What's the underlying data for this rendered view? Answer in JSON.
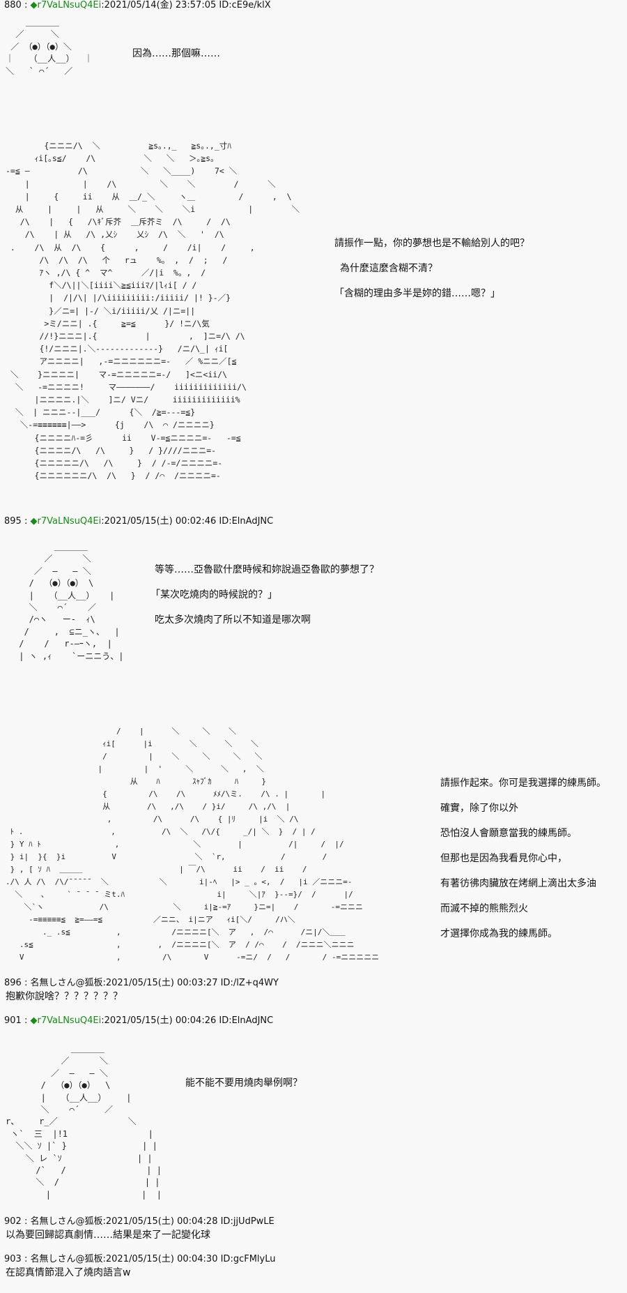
{
  "posts": [
    {
      "number": "880",
      "sep": " : ",
      "diamond": "◆",
      "trip": "r7VaLNsuQ4Ei",
      "meta": ":2021/05/14(金) 23:57:05 ID:cE9e/klX",
      "lines": [
        "因為……那個嘛……"
      ],
      "aa": "    ＿＿＿＿\n  ／ 　　 ＼\n ／ （●）（●）＼\n｜   （__人__）  ｜\n＼   ` ⌒´   ／"
    },
    {
      "number": "",
      "aa": "        {ニニニ/\\  ＼          ≧s｡.,_   ≧s｡.,_寸ﾊ\n      ｨi[｡s≦/    /\\          ＼   ＼   ＞｡≧s｡\n-=≦ ―          /\\           ＼   ＼____)    7< ＼\n    |           |    /\\         ＼    ＼        /      ＼\n    |     {     ii    从  ＿/_＼     ヽ＿         /      ,  \\\n  从     |     |   从     ＼    ＼    ＼i           |        ＼\n   /\\    |   {   /\\ｷﾞ斥芥  ＿斥芥ミ  /\\     /  /\\\n    /\\    | 从   /\\ ,乂ｼ    乂ｼ  /\\  ＼   '  /\\\n .    /\\  从  /\\    {      ,     /    /i|    /     ,\n       /\\  /\\  /\\   个   rュ    %。 ,  /  ;   /\n       ｱヽ ,/\\ { ^  マ^      ／/|i  %。,  /\n         f＼/\\||＼[iiii＼≧≦iiiﾏ/|lｨi[ / /\n         |  /|/\\| |/\\iiiiiiiii:/iiiii/ |! }-／}\n         }／ニ=| |-/ ＼i/iiiii/乂 /|ニ=||\n        >ミ/ニニ| .{     ≧=≦      }/ !ニ/\\気\n       //!}ニニニ|.{          |        ,  ]ニ=/\\ /\\\n       {!/ニニニ|.＼-------------}   /ニ/\\_| ｨi[\n       アニニニニ|   ,-=ニニニニニニ=-   ／ %ニニ／[≦\n ＼    }ニニニニ|    マ-=ニニニニニ=-/   ]<ニ<ii/\\\n  ＼   -=ニニニニ!     マ―――――――/    iiiiiiiiiiiii/\\\n      |ニニニニ.|＼    ]ニ/ Vニ/     iiiiiiiiiiiii%\n  ＼  | ニニニ--|___/      {＼  /≧=---=≦}\n   ＼-=≡≡≡≡≡≡|――>      {j    /\\  ⌒ /ニニニニ}\n      {ニニニニﾊ-=彡      ii    V-=≦ニニニニ=-   -=≦\n      {ニニニニ/\\   /\\     }   / }////ニニニ=-\n      {ニニニニニ/\\   /\\     }  / /-=/ニニニニ=-\n      {ニニニニニニ/\\  /\\   }  / /⌒  /ニニニニ=-",
      "lines": [
        "請振作一點，你的夢想也是不輸給別人的吧？",
        "為什麼這麼含糊不清？",
        "「含糊的理由多半是妳的錯……嗯？」"
      ]
    },
    {
      "number": "895",
      "sep": " : ",
      "diamond": "◆",
      "trip": "r7VaLNsuQ4Ei",
      "meta": ":2021/05/15(土) 00:02:46 ID:ElnAdJNC",
      "lines": [
        "等等……亞魯歐什麼時候和妳說過亞魯歐的夢想了？",
        "「某次吃燒肉的時候說的？」",
        "吃太多次燒肉了所以不知道是哪次啊"
      ],
      "aa": "        ＿＿＿＿\n      ／      ＼\n    ／  ―   ― ＼\n   /  （●）（●） \\\n   |   （__人__）   |\n   ＼    ⌒´    ／\n   /⌒ヽ   ー-  ｨ\\\n  /     ,  ⊆ニ_ヽ、  |\n /    /   r‐―ｰヽ,  |\n | ヽ ,ｨ    `ーニニう、|"
    },
    {
      "number": "",
      "aa": "                        /    |      ＼     ＼    ＼\n                     ｨi[      |i        ＼      ＼    ＼\n                     /         |    ＼     ＼     ＼   ＼\n                    |         |  '     ＼      ＼   ,  ＼\n                           从    ﾊ       ｽｬﾌﾞｶ     ﾊ     }\n                     {         /\\    /\\      ﾒﾒ/\\ミ.    /\\ . |       |\n                     从        /\\   ,/\\    / }i/     /\\ ,/\\  |\n                      ,         /\\      /\\    { |ﾘ     |i  ＼ /\\\n ﾄ .                   ,          /\\  ＼   /\\/{     _/| ＼  }  / | /\n } Y ﾊ ﾄ                ,                ＼        |          /|     /  |/\n } i|  }{  }i          V                 ＼  `r,            /        /\n } , [ ｿ ﾊ  ＿＿＿                     | ￣/\\      ii    /  ii    /\n./\\ 人 /\\  /\\/¯¯¯¯¯  ＼           ＼       i|-ﾍ   |> _ 。<,  /   |i ／ニニニ=-\n  ＼    、    ` ¯ ¯ ¯ ミt.ﾊ                    i|     ＼|ｱ  }--=}/  /      |/\n    ＼`ヽ            /\\              ＼     i|≧-=ｱ     }ニ=|    /       -=ニニニ\n     -=≡≡≡≡≡≦  ≧=――=≦           ／ニニ、 i|ニア   ｨi[＼/     /ハ＼\n        ._ .s≦          ,           /ニニニニ[＼  ア   ,  /⌒      /ニ|/＼＿＿\n   .s≦                  ,        ,  /ニニニニ[＼  ア  / /⌒    /  /ニニニ＼ニニニ\n   V                    ,         /\\       V      -=ニ/  /   /       / -=ニニニニニ",
      "lines": [
        "請振作起來。你可是我選擇的練馬師。",
        "確實，除了你以外",
        "恐怕沒人會願意當我的練馬師。",
        "但那也是因為我看見你心中，",
        "有著彷彿肉臟放在烤網上滴出太多油",
        "而滅不掉的熊熊烈火",
        "才選擇你成為我的練馬師。"
      ]
    },
    {
      "number": "896",
      "sep": " : ",
      "name": "名無しさん@狐板",
      "meta": ":2021/05/15(土) 00:03:27 ID:/lZ+q4WY",
      "lines": [
        "抱歉你說啥？？？？？？？"
      ]
    },
    {
      "number": "901",
      "sep": " : ",
      "diamond": "◆",
      "trip": "r7VaLNsuQ4Ei",
      "meta": ":2021/05/15(土) 00:04:26 ID:ElnAdJNC",
      "lines": [
        "能不能不要用燒肉舉例啊？"
      ],
      "aa": "             ＿＿＿＿\n           ／      ＼\n         ／  ―   ― ＼\n       /  （●）（●）  \\\n       |   （__人__）    |\n       ＼    ⌒´     ／\nr、    r_／              ＼\n ヽ`  三  |!1                |\n  ＼＼ ｿ |` }               | |\n    ＼ レ `ｿ               | |\n      /`   /                | |\n      ＼  /                 | |\n        |                  |  |"
    },
    {
      "number": "902",
      "sep": " : ",
      "name": "名無しさん@狐板",
      "meta": ":2021/05/15(土) 00:04:28 ID:jjUdPwLE",
      "lines": [
        "以為要回歸認真劇情……結果是來了一記變化球"
      ]
    },
    {
      "number": "903",
      "sep": " : ",
      "name": "名無しさん@狐板",
      "meta": ":2021/05/15(土) 00:04:30 ID:gcFMlyLu",
      "lines": [
        "在認真情節混入了燒肉語言w"
      ]
    }
  ]
}
